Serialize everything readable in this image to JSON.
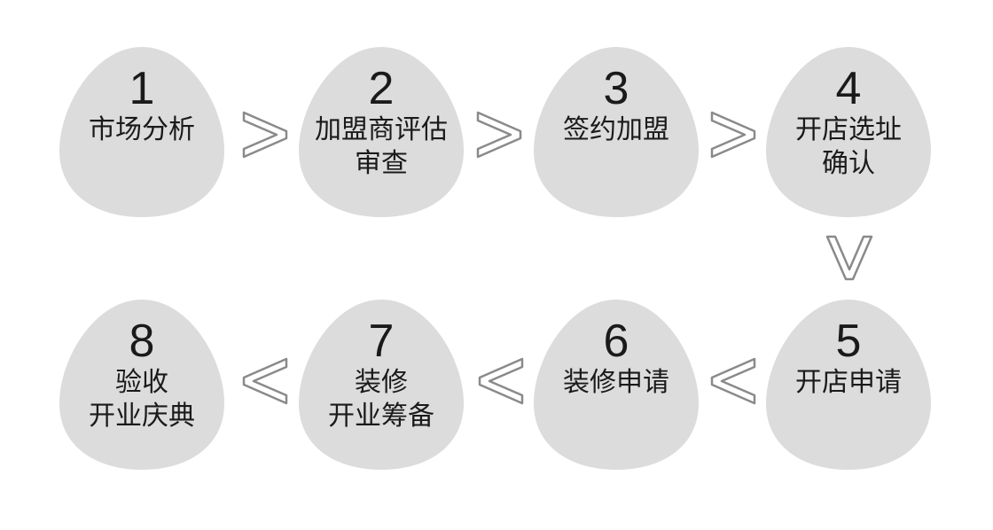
{
  "diagram": {
    "type": "process-flow",
    "colors": {
      "node_fill": "#dcdcdc",
      "arrow_stroke": "#8a8a8a",
      "text": "#1a1a1a",
      "background": "#ffffff"
    },
    "steps": [
      {
        "number": "1",
        "line1": "市场分析",
        "line2": ""
      },
      {
        "number": "2",
        "line1": "加盟商评估",
        "line2": "审查"
      },
      {
        "number": "3",
        "line1": "签约加盟",
        "line2": ""
      },
      {
        "number": "4",
        "line1": "开店选址",
        "line2": "确认"
      },
      {
        "number": "5",
        "line1": "开店申请",
        "line2": ""
      },
      {
        "number": "6",
        "line1": "装修申请",
        "line2": ""
      },
      {
        "number": "7",
        "line1": "装修",
        "line2": "开业筹备"
      },
      {
        "number": "8",
        "line1": "验收",
        "line2": "开业庆典"
      }
    ],
    "arrows": [
      {
        "from": "1",
        "to": "2",
        "direction": "right"
      },
      {
        "from": "2",
        "to": "3",
        "direction": "right"
      },
      {
        "from": "3",
        "to": "4",
        "direction": "right"
      },
      {
        "from": "4",
        "to": "5",
        "direction": "down"
      },
      {
        "from": "5",
        "to": "6",
        "direction": "left"
      },
      {
        "from": "6",
        "to": "7",
        "direction": "left"
      },
      {
        "from": "7",
        "to": "8",
        "direction": "left"
      }
    ]
  }
}
